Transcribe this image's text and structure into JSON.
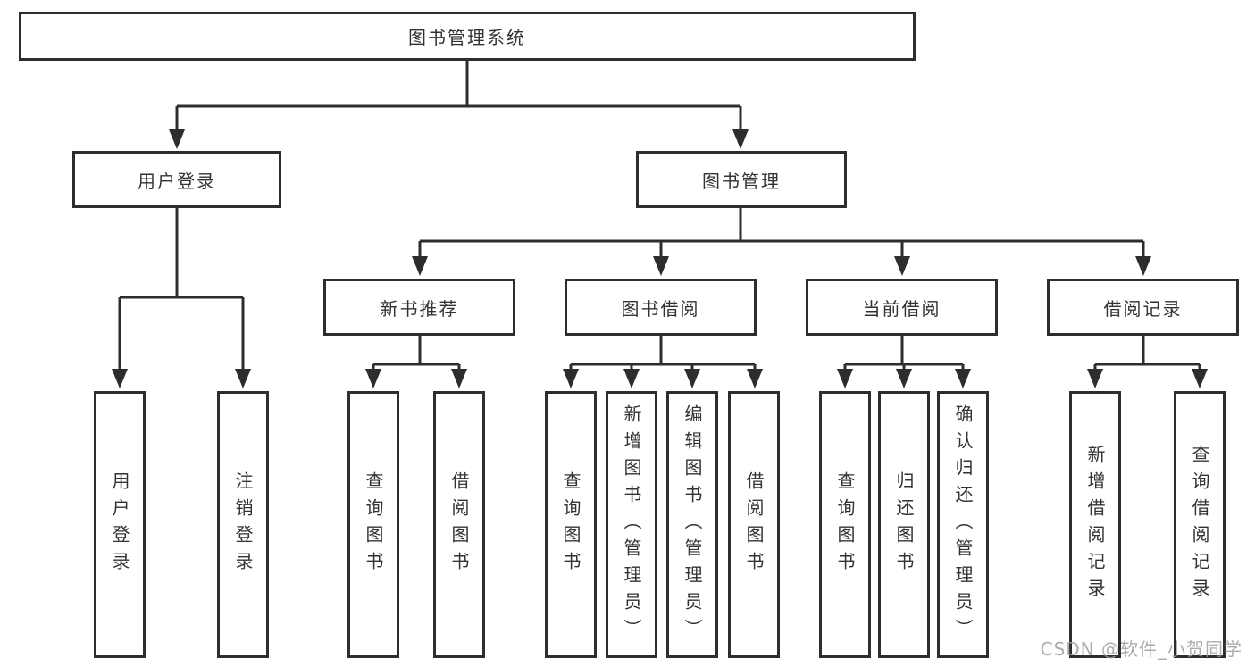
{
  "tree": {
    "root": {
      "label": "图书管理系统",
      "children": [
        {
          "label": "用户登录",
          "children": [
            {
              "label": "用户登录"
            },
            {
              "label": "注销登录"
            }
          ]
        },
        {
          "label": "图书管理",
          "children": [
            {
              "label": "新书推荐",
              "children": [
                {
                  "label": "查询图书"
                },
                {
                  "label": "借阅图书"
                }
              ]
            },
            {
              "label": "图书借阅",
              "children": [
                {
                  "label": "查询图书"
                },
                {
                  "label": "新增图书（管理员）"
                },
                {
                  "label": "编辑图书（管理员）"
                },
                {
                  "label": "借阅图书"
                }
              ]
            },
            {
              "label": "当前借阅",
              "children": [
                {
                  "label": "查询图书"
                },
                {
                  "label": "归还图书"
                },
                {
                  "label": "确认归还（管理员）"
                }
              ]
            },
            {
              "label": "借阅记录",
              "children": [
                {
                  "label": "新增借阅记录"
                },
                {
                  "label": "查询借阅记录"
                }
              ]
            }
          ]
        }
      ]
    }
  },
  "watermark": {
    "text": "CSDN @软件_小贺同学"
  },
  "colors": {
    "line": "#2d2d2d",
    "border": "#2d2d2d",
    "text": "#333333",
    "background": "#ffffff",
    "watermark": "#9e9e9e"
  }
}
